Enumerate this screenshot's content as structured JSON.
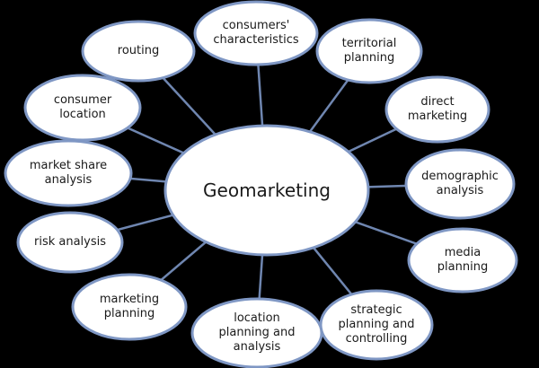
{
  "center": {
    "label": "Geomarketing"
  },
  "nodes": [
    {
      "id": "routing",
      "label": "routing"
    },
    {
      "id": "consumers-characteristics",
      "label": "consumers' characteristics"
    },
    {
      "id": "territorial-planning",
      "label": "territorial planning"
    },
    {
      "id": "direct-marketing",
      "label": "direct marketing"
    },
    {
      "id": "demographic-analysis",
      "label": "demographic analysis"
    },
    {
      "id": "media-planning",
      "label": "media planning"
    },
    {
      "id": "strategic-planning",
      "label": "strategic planning and controlling"
    },
    {
      "id": "location-planning",
      "label": "location planning and analysis"
    },
    {
      "id": "marketing-planning",
      "label": "marketing planning"
    },
    {
      "id": "risk-analysis",
      "label": "risk analysis"
    },
    {
      "id": "market-share-analysis",
      "label": "market share analysis"
    },
    {
      "id": "consumer-location",
      "label": "consumer location"
    }
  ],
  "colors": {
    "background": "#000000",
    "fill": "#ffffff",
    "stroke": "#7f97c4",
    "line": "#6f86b0"
  }
}
